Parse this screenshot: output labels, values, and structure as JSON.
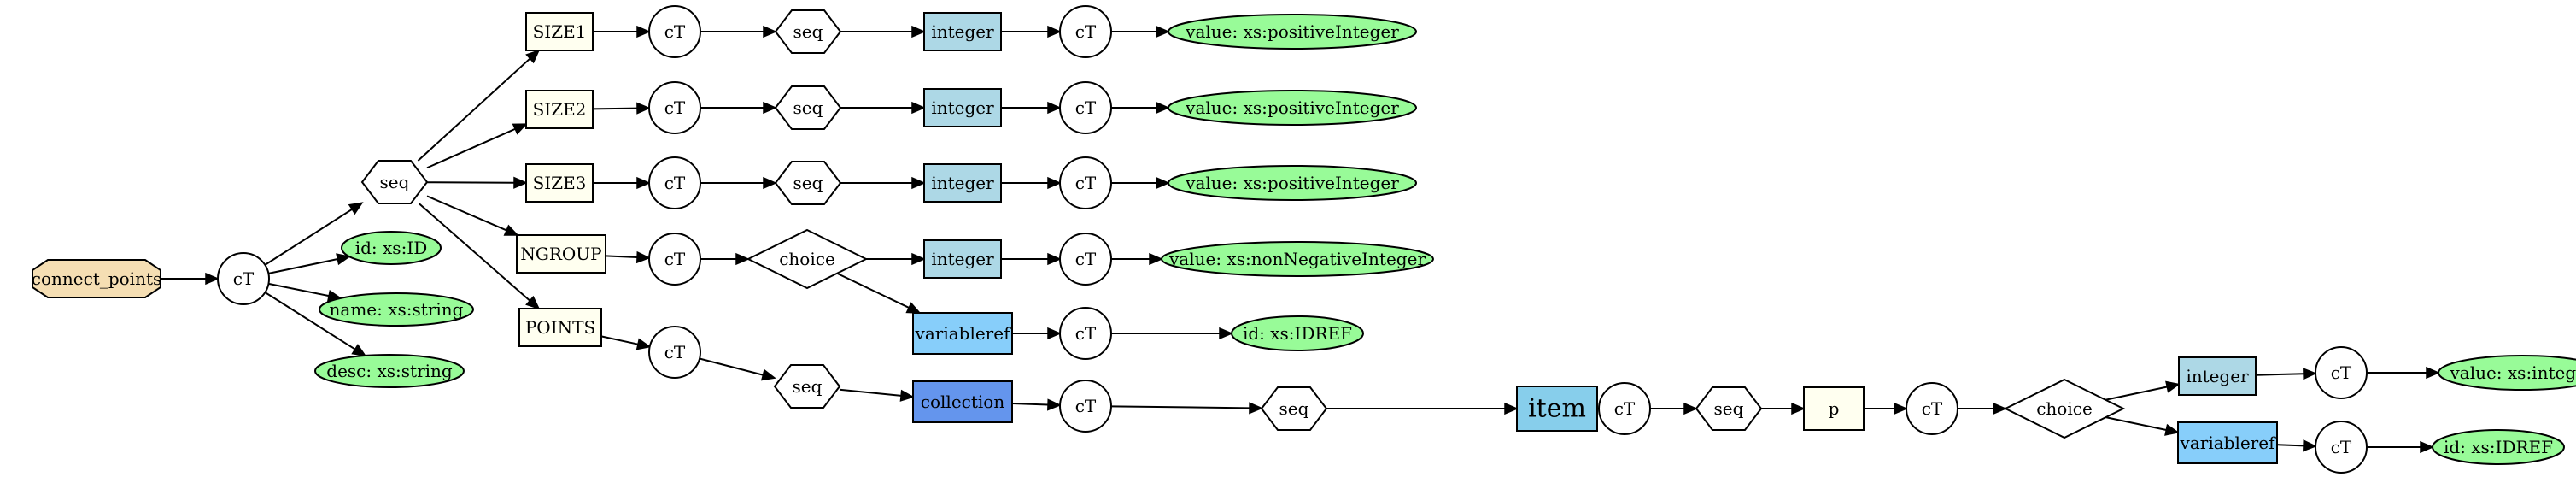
{
  "colors": {
    "root": "#f5deb3",
    "element": "#fffff0",
    "circle": "#ffffff",
    "seq": "#ffffff",
    "integer": "#add8e6",
    "variableref": "#87cefa",
    "collection": "#6495ed",
    "item": "#87ceeb",
    "attr": "#98fb98"
  },
  "nodes": [
    {
      "id": "root",
      "label": "connect_points",
      "shape": "octagon",
      "color": "root"
    },
    {
      "id": "ct_root",
      "label": "cT",
      "shape": "circle",
      "color": "circle"
    },
    {
      "id": "seq_main",
      "label": "seq",
      "shape": "hexagon",
      "color": "seq"
    },
    {
      "id": "attr_id",
      "label": "id: xs:ID",
      "shape": "ellipse",
      "color": "attr",
      "outline": true
    },
    {
      "id": "attr_name",
      "label": "name: xs:string",
      "shape": "ellipse",
      "color": "attr",
      "outline": false
    },
    {
      "id": "attr_desc",
      "label": "desc: xs:string",
      "shape": "ellipse",
      "color": "attr",
      "outline": false
    },
    {
      "id": "size1",
      "label": "SIZE1",
      "shape": "box",
      "color": "element"
    },
    {
      "id": "size1_ct",
      "label": "cT",
      "shape": "circle",
      "color": "circle"
    },
    {
      "id": "size1_seq",
      "label": "seq",
      "shape": "hexagon",
      "color": "seq"
    },
    {
      "id": "size1_int",
      "label": "integer",
      "shape": "box",
      "color": "integer"
    },
    {
      "id": "size1_ct2",
      "label": "cT",
      "shape": "circle",
      "color": "circle"
    },
    {
      "id": "size1_val",
      "label": "value: xs:positiveInteger",
      "shape": "ellipse",
      "color": "attr",
      "outline": true
    },
    {
      "id": "size2",
      "label": "SIZE2",
      "shape": "box",
      "color": "element"
    },
    {
      "id": "size2_ct",
      "label": "cT",
      "shape": "circle",
      "color": "circle"
    },
    {
      "id": "size2_seq",
      "label": "seq",
      "shape": "hexagon",
      "color": "seq"
    },
    {
      "id": "size2_int",
      "label": "integer",
      "shape": "box",
      "color": "integer"
    },
    {
      "id": "size2_ct2",
      "label": "cT",
      "shape": "circle",
      "color": "circle"
    },
    {
      "id": "size2_val",
      "label": "value: xs:positiveInteger",
      "shape": "ellipse",
      "color": "attr",
      "outline": true
    },
    {
      "id": "size3",
      "label": "SIZE3",
      "shape": "box",
      "color": "element"
    },
    {
      "id": "size3_ct",
      "label": "cT",
      "shape": "circle",
      "color": "circle"
    },
    {
      "id": "size3_seq",
      "label": "seq",
      "shape": "hexagon",
      "color": "seq"
    },
    {
      "id": "size3_int",
      "label": "integer",
      "shape": "box",
      "color": "integer"
    },
    {
      "id": "size3_ct2",
      "label": "cT",
      "shape": "circle",
      "color": "circle"
    },
    {
      "id": "size3_val",
      "label": "value: xs:positiveInteger",
      "shape": "ellipse",
      "color": "attr",
      "outline": true
    },
    {
      "id": "ngroup",
      "label": "NGROUP",
      "shape": "box",
      "color": "element"
    },
    {
      "id": "ngroup_ct",
      "label": "cT",
      "shape": "circle",
      "color": "circle"
    },
    {
      "id": "ngroup_choice",
      "label": "choice",
      "shape": "diamond",
      "color": "seq"
    },
    {
      "id": "ngroup_int",
      "label": "integer",
      "shape": "box",
      "color": "integer"
    },
    {
      "id": "ngroup_ct2",
      "label": "cT",
      "shape": "circle",
      "color": "circle"
    },
    {
      "id": "ngroup_val",
      "label": "value: xs:nonNegativeInteger",
      "shape": "ellipse",
      "color": "attr",
      "outline": true
    },
    {
      "id": "ngroup_vref",
      "label": "variableref",
      "shape": "box",
      "color": "variableref"
    },
    {
      "id": "ngroup_ct3",
      "label": "cT",
      "shape": "circle",
      "color": "circle"
    },
    {
      "id": "ngroup_idref",
      "label": "id: xs:IDREF",
      "shape": "ellipse",
      "color": "attr",
      "outline": false
    },
    {
      "id": "points",
      "label": "POINTS",
      "shape": "box",
      "color": "element"
    },
    {
      "id": "points_ct",
      "label": "cT",
      "shape": "circle",
      "color": "circle"
    },
    {
      "id": "points_seq",
      "label": "seq",
      "shape": "hexagon",
      "color": "seq"
    },
    {
      "id": "collection",
      "label": "collection",
      "shape": "box",
      "color": "collection"
    },
    {
      "id": "coll_ct",
      "label": "cT",
      "shape": "circle",
      "color": "circle"
    },
    {
      "id": "coll_seq",
      "label": "seq",
      "shape": "hexagon",
      "color": "seq"
    },
    {
      "id": "item",
      "label": "item",
      "shape": "box",
      "color": "item",
      "outline": false,
      "big": true
    },
    {
      "id": "item_ct",
      "label": "cT",
      "shape": "circle",
      "color": "circle"
    },
    {
      "id": "item_seq",
      "label": "seq",
      "shape": "hexagon",
      "color": "seq"
    },
    {
      "id": "p",
      "label": "p",
      "shape": "box",
      "color": "element"
    },
    {
      "id": "p_ct",
      "label": "cT",
      "shape": "circle",
      "color": "circle"
    },
    {
      "id": "p_choice",
      "label": "choice",
      "shape": "diamond",
      "color": "seq"
    },
    {
      "id": "p_int",
      "label": "integer",
      "shape": "box",
      "color": "integer"
    },
    {
      "id": "p_ct2",
      "label": "cT",
      "shape": "circle",
      "color": "circle"
    },
    {
      "id": "p_val",
      "label": "value: xs:integer",
      "shape": "ellipse",
      "color": "attr",
      "outline": true
    },
    {
      "id": "p_vref",
      "label": "variableref",
      "shape": "box",
      "color": "variableref"
    },
    {
      "id": "p_ct3",
      "label": "cT",
      "shape": "circle",
      "color": "circle"
    },
    {
      "id": "p_idref",
      "label": "id: xs:IDREF",
      "shape": "ellipse",
      "color": "attr",
      "outline": true
    }
  ],
  "edges": [
    [
      "root",
      "ct_root"
    ],
    [
      "ct_root",
      "seq_main"
    ],
    [
      "ct_root",
      "attr_id"
    ],
    [
      "ct_root",
      "attr_name"
    ],
    [
      "ct_root",
      "attr_desc"
    ],
    [
      "seq_main",
      "size1"
    ],
    [
      "seq_main",
      "size2"
    ],
    [
      "seq_main",
      "size3"
    ],
    [
      "seq_main",
      "ngroup"
    ],
    [
      "seq_main",
      "points"
    ],
    [
      "size1",
      "size1_ct"
    ],
    [
      "size1_ct",
      "size1_seq"
    ],
    [
      "size1_seq",
      "size1_int"
    ],
    [
      "size1_int",
      "size1_ct2"
    ],
    [
      "size1_ct2",
      "size1_val"
    ],
    [
      "size2",
      "size2_ct"
    ],
    [
      "size2_ct",
      "size2_seq"
    ],
    [
      "size2_seq",
      "size2_int"
    ],
    [
      "size2_int",
      "size2_ct2"
    ],
    [
      "size2_ct2",
      "size2_val"
    ],
    [
      "size3",
      "size3_ct"
    ],
    [
      "size3_ct",
      "size3_seq"
    ],
    [
      "size3_seq",
      "size3_int"
    ],
    [
      "size3_int",
      "size3_ct2"
    ],
    [
      "size3_ct2",
      "size3_val"
    ],
    [
      "ngroup",
      "ngroup_ct"
    ],
    [
      "ngroup_ct",
      "ngroup_choice"
    ],
    [
      "ngroup_choice",
      "ngroup_int"
    ],
    [
      "ngroup_int",
      "ngroup_ct2"
    ],
    [
      "ngroup_ct2",
      "ngroup_val"
    ],
    [
      "ngroup_choice",
      "ngroup_vref"
    ],
    [
      "ngroup_vref",
      "ngroup_ct3"
    ],
    [
      "ngroup_ct3",
      "ngroup_idref"
    ],
    [
      "points",
      "points_ct"
    ],
    [
      "points_ct",
      "points_seq"
    ],
    [
      "points_seq",
      "collection"
    ],
    [
      "collection",
      "coll_ct"
    ],
    [
      "coll_ct",
      "coll_seq"
    ],
    [
      "coll_seq",
      "item"
    ],
    [
      "item",
      "item_ct"
    ],
    [
      "item_ct",
      "item_seq"
    ],
    [
      "item_seq",
      "p"
    ],
    [
      "p",
      "p_ct"
    ],
    [
      "p_ct",
      "p_choice"
    ],
    [
      "p_choice",
      "p_int"
    ],
    [
      "p_int",
      "p_ct2"
    ],
    [
      "p_ct2",
      "p_val"
    ],
    [
      "p_choice",
      "p_vref"
    ],
    [
      "p_vref",
      "p_ct3"
    ],
    [
      "p_ct3",
      "p_idref"
    ]
  ]
}
